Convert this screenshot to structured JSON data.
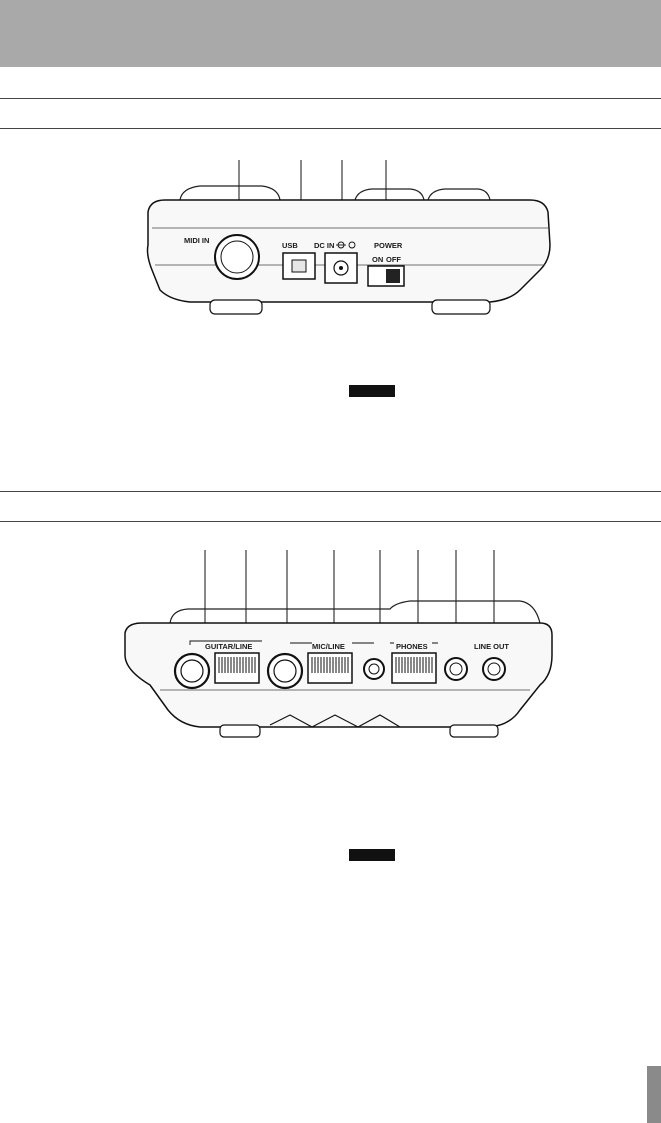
{
  "colors": {
    "header_band": "#a9a9a9",
    "rule": "#444444",
    "note_badge": "#111111",
    "page_tab": "#8a8a8a"
  },
  "rear_panel": {
    "labels": {
      "midi_in": "MIDI IN",
      "usb": "USB",
      "dc_in": "DC IN",
      "power": "POWER",
      "on": "ON",
      "off": "OFF"
    },
    "callout_count": 4
  },
  "front_panel": {
    "labels": {
      "guitar_line": "GUITAR/LINE",
      "mic_line": "MIC/LINE",
      "phones": "PHONES",
      "line_out": "LINE OUT"
    },
    "callout_count": 8
  }
}
